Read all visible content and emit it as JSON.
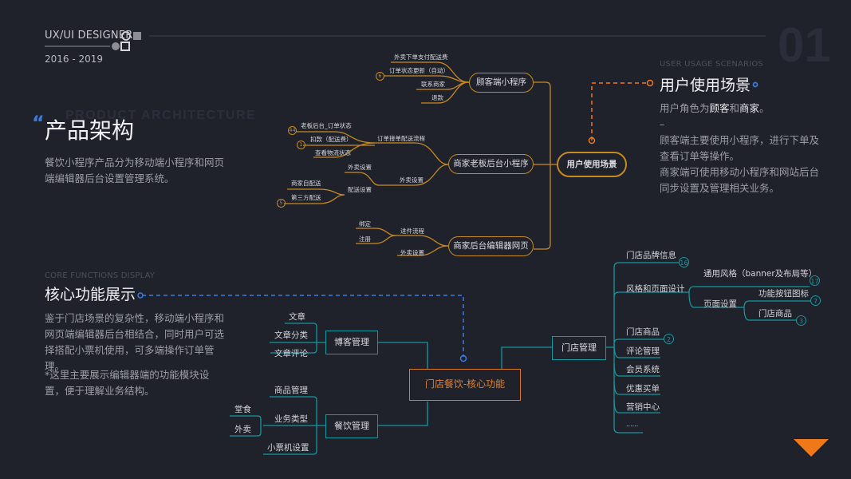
{
  "header": {
    "brand": "UX/UI DESIGNER",
    "years": "2016 - 2019",
    "page_number": "01"
  },
  "architecture": {
    "bg_word": "PRODUCT ARCHITECTURE",
    "title": "产品架构",
    "quote_mark": "“",
    "description": "餐饮小程序产品分为移动端小程序和网页端编辑器后台设置管理系统。"
  },
  "scenarios": {
    "en_label": "USER USAGE SCENARIOS",
    "title": "用户使用场景",
    "desc_prefix": "用户角色为",
    "role1": "顾客",
    "desc_and": "和",
    "role2": "商家",
    "desc_suffix": "。",
    "dash": "–",
    "para1": "顾客端主要使用小程序，进行下单及查看订单等操作。",
    "para2": "商家端可使用移动小程序和网站后台同步设置及管理相关业务。"
  },
  "usage_map": {
    "root": "用户使用场景",
    "customer": {
      "label": "顾客端小程序",
      "leaves": [
        "外卖下单支付配送费",
        "订单状态更新（自动）",
        "联系商家",
        "退款"
      ],
      "badge": "6"
    },
    "boss": {
      "label": "商家老板后台小程序",
      "order_flow": "订单接单配送流程",
      "order_leaves": [
        "老板后台_订单状态",
        "扣款（配送费）",
        "查看物流状态"
      ],
      "badge_a": "44",
      "badge_b": "1",
      "takeout": "外卖设置",
      "takeout_leaf": "外卖设置",
      "delivery": "配送设置",
      "delivery_leaves": [
        "商家自配送",
        "第三方配送"
      ],
      "badge_c": "5"
    },
    "editor": {
      "label": "商家后台编辑器网页",
      "entry": "进件流程",
      "entry_leaves": [
        "绑定",
        "注册"
      ],
      "takeout": "外卖设置"
    }
  },
  "core": {
    "en_label": "CORE FUNCTIONS DISPLAY",
    "title": "核心功能展示",
    "desc1": "鉴于门店场景的复杂性，移动端小程序和网页端编辑器后台相结合，同时用户可选择搭配小票机使用，可多端操作订单管理。",
    "desc2": "*这里主要展示编辑器端的功能模块设置，便于理解业务结构。"
  },
  "core_map": {
    "root": "门店餐饮-核心功能",
    "blog": {
      "label": "博客管理",
      "leaves": [
        "文章",
        "文章分类",
        "文章评论"
      ]
    },
    "catering": {
      "label": "餐饮管理",
      "leaves": [
        "商品管理",
        "业务类型",
        "小票机设置"
      ],
      "biz_types": [
        "堂食",
        "外卖"
      ]
    },
    "store": {
      "label": "门店管理",
      "brand_info": "门店品牌信息",
      "brand_badge": "16",
      "style_design": "风格和页面设计",
      "general_style": "通用风格（banner及布局等）",
      "general_badge": "17",
      "page_settings": "页面设置",
      "func_icons": "功能按钮图标",
      "func_badge": "7",
      "store_goods_sub": "门店商品",
      "store_goods_badge": "3",
      "items": [
        "门店商品",
        "评论管理",
        "会员系统",
        "优惠买单",
        "营销中心",
        "......"
      ],
      "goods_badge": "2"
    }
  },
  "colors": {
    "background": "#1f212b",
    "orange_line": "#c68b1f",
    "teal_line": "#15979e",
    "accent_blue": "#3b7be0",
    "accent_orange": "#f07818",
    "core_root": "#d9782a"
  }
}
